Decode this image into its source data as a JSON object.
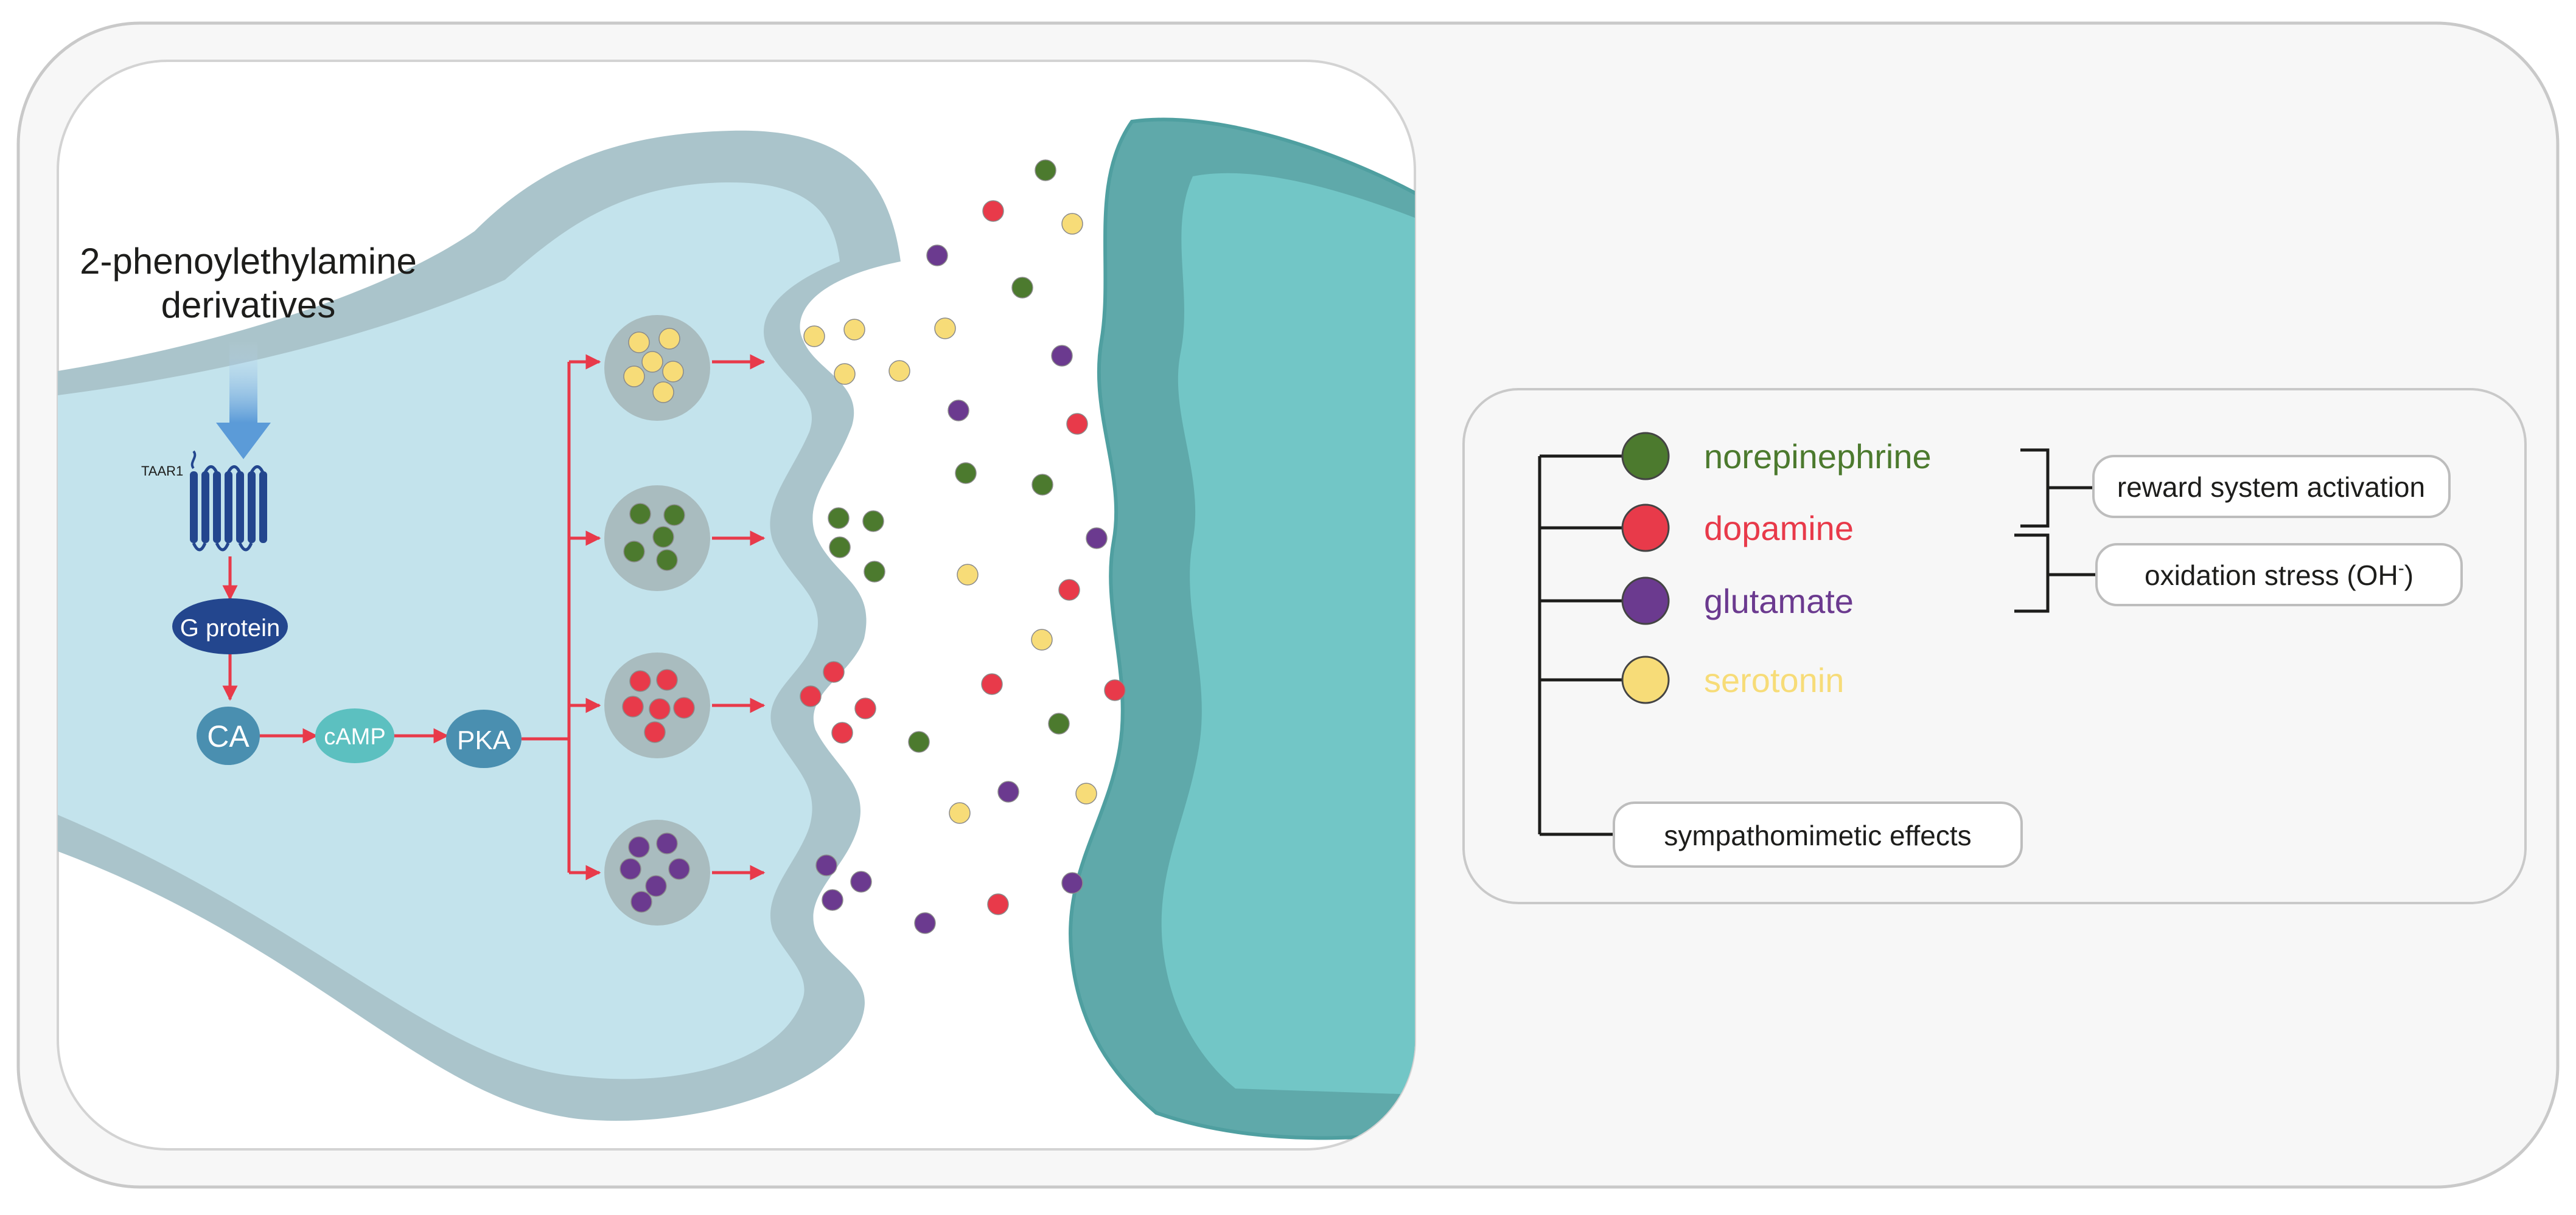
{
  "diagram": {
    "input": {
      "line1": "2-phenoylethylamine",
      "line2": "derivatives"
    },
    "receptor": {
      "label": "TAAR1"
    },
    "pathway": {
      "g_protein": "G protein",
      "ca": "CA",
      "camp": "cAMP",
      "pka": "PKA"
    },
    "legend": {
      "items": [
        {
          "label": "norepinephrine",
          "color": "#4c7a2e"
        },
        {
          "label": "dopamine",
          "color": "#e83a4a"
        },
        {
          "label": "glutamate",
          "color": "#6b3a8f"
        },
        {
          "label": "serotonin",
          "color": "#f7dc78"
        }
      ],
      "effects": {
        "reward": "reward system activation",
        "oxidation_main": "oxidation stress (OH",
        "oxidation_sup": "-",
        "oxidation_close": ")",
        "sympathomimetic": "sympathomimetic effects"
      }
    },
    "colors": {
      "neuron_fill": "#c3e3ec",
      "membrane": "#aac4cb",
      "postsynaptic": "#72c6c6",
      "postsynaptic_edge": "#4f9fa0",
      "vesicle": "#a9bcbf",
      "arrow": "#e83a4a",
      "pathway_dark": "#23468e",
      "pathway_mid": "#4a8fb0",
      "camp": "#5cc0c0"
    }
  }
}
